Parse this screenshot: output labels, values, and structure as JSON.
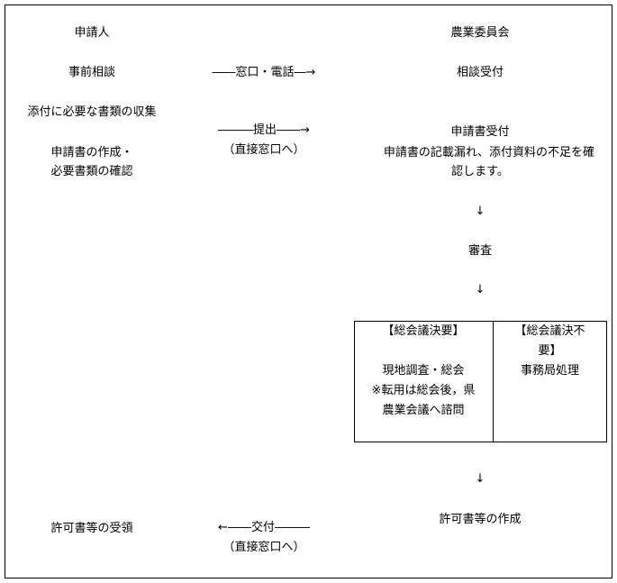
{
  "applicant": {
    "header": "申請人",
    "consult": "事前相談",
    "collect": "添付に必要な書類の収集",
    "prepare_1": "申請書の作成・",
    "prepare_2": "必要書類の確認",
    "receive": "許可書等の受領"
  },
  "arrows": {
    "consult": "――窓口・電話―→",
    "submit": "―――提出――→",
    "submit_note": "（直接窓口へ）",
    "deliver": "←――交付―――",
    "deliver_note": "（直接窓口へ）",
    "down": "↓"
  },
  "committee": {
    "header": "農業委員会",
    "consult_accept": "相談受付",
    "application_accept": "申請書受付",
    "check_1": "申請書の記載漏れ、添付資料の不足を確",
    "check_2": "認します。",
    "review": "審査",
    "issue": "許可書等の作成"
  },
  "decision": {
    "required_title": "【総会議決要】",
    "required_1": "現地調査・総会",
    "required_2": "※転用は総会後，県",
    "required_3": "農業会議へ諮問",
    "not_required_title_1": "【総会議決不",
    "not_required_title_2": "要】",
    "not_required_body": "事務局処理"
  }
}
